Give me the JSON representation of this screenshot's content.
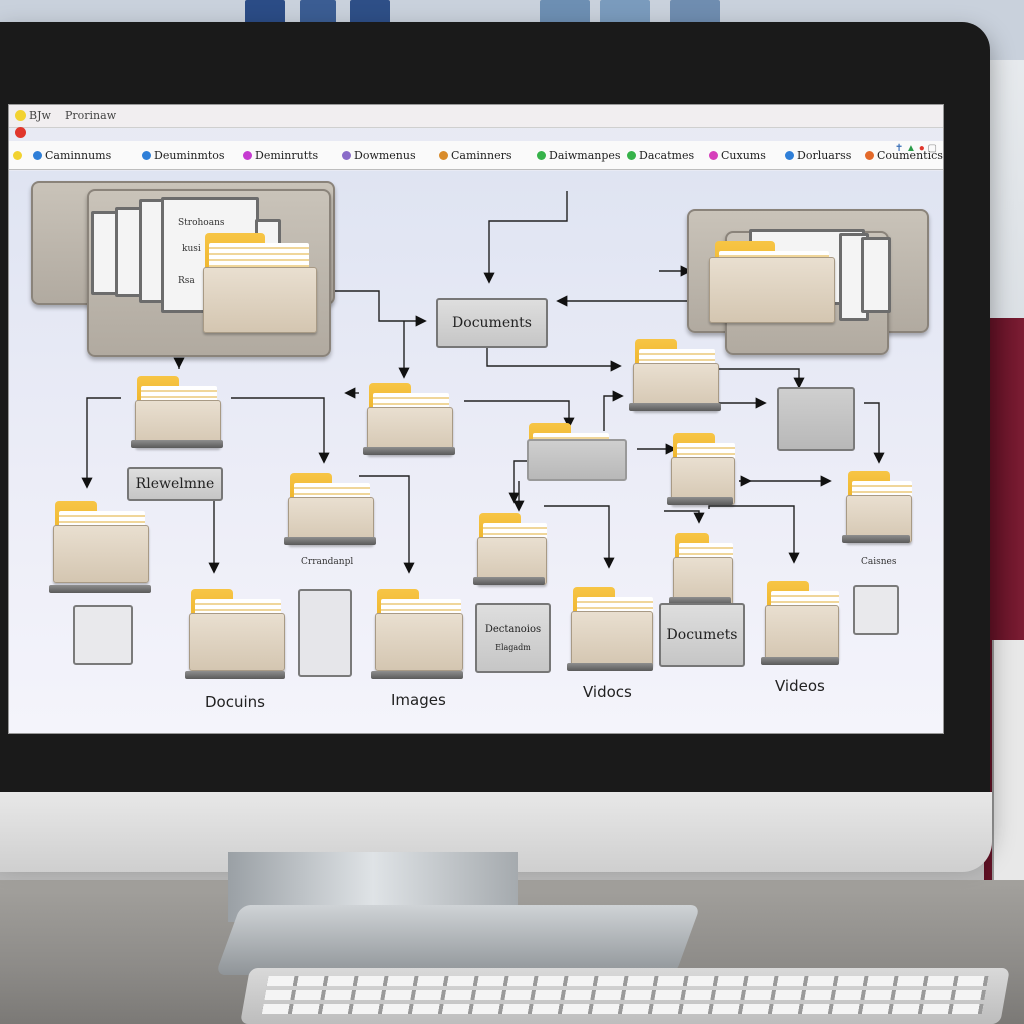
{
  "window": {
    "title_left": "BJw",
    "title_right": "Prorinaw"
  },
  "tabs": [
    {
      "label": "Caminnums",
      "color": "#2f7fd8"
    },
    {
      "label": "Deuminmtos",
      "color": "#2f7fd8"
    },
    {
      "label": "Deminrutts",
      "color": "#c63bd1"
    },
    {
      "label": "Dowmenus",
      "color": "#8a6cc9"
    },
    {
      "label": "Caminners",
      "color": "#d98c2b"
    },
    {
      "label": "Daiwmanpes",
      "color": "#36b24a"
    },
    {
      "label": "Dacatmes",
      "color": "#36b24a"
    },
    {
      "label": "Cuxums",
      "color": "#d63fbb"
    },
    {
      "label": "Dorluarss",
      "color": "#2f7fd8"
    },
    {
      "label": "Coumentics",
      "color": "#e36a2b"
    }
  ],
  "diagram": {
    "center_label": "Documents",
    "top_left_sheet": [
      "Strohoans",
      "kusi",
      "Rsa"
    ],
    "label_rewelmne": "Rlewelmne",
    "label_carrdanpi": "Crrandanpl",
    "label_caisnes": "Caisnes",
    "box_dectanolos_title": "Dectanoios",
    "box_dectanolos_sub": "Elagadm",
    "box_documents_2": "Documets",
    "captions": {
      "docuins": "Docuins",
      "images": "Images",
      "vidocs": "Vidocs",
      "videos": "Videos"
    }
  }
}
